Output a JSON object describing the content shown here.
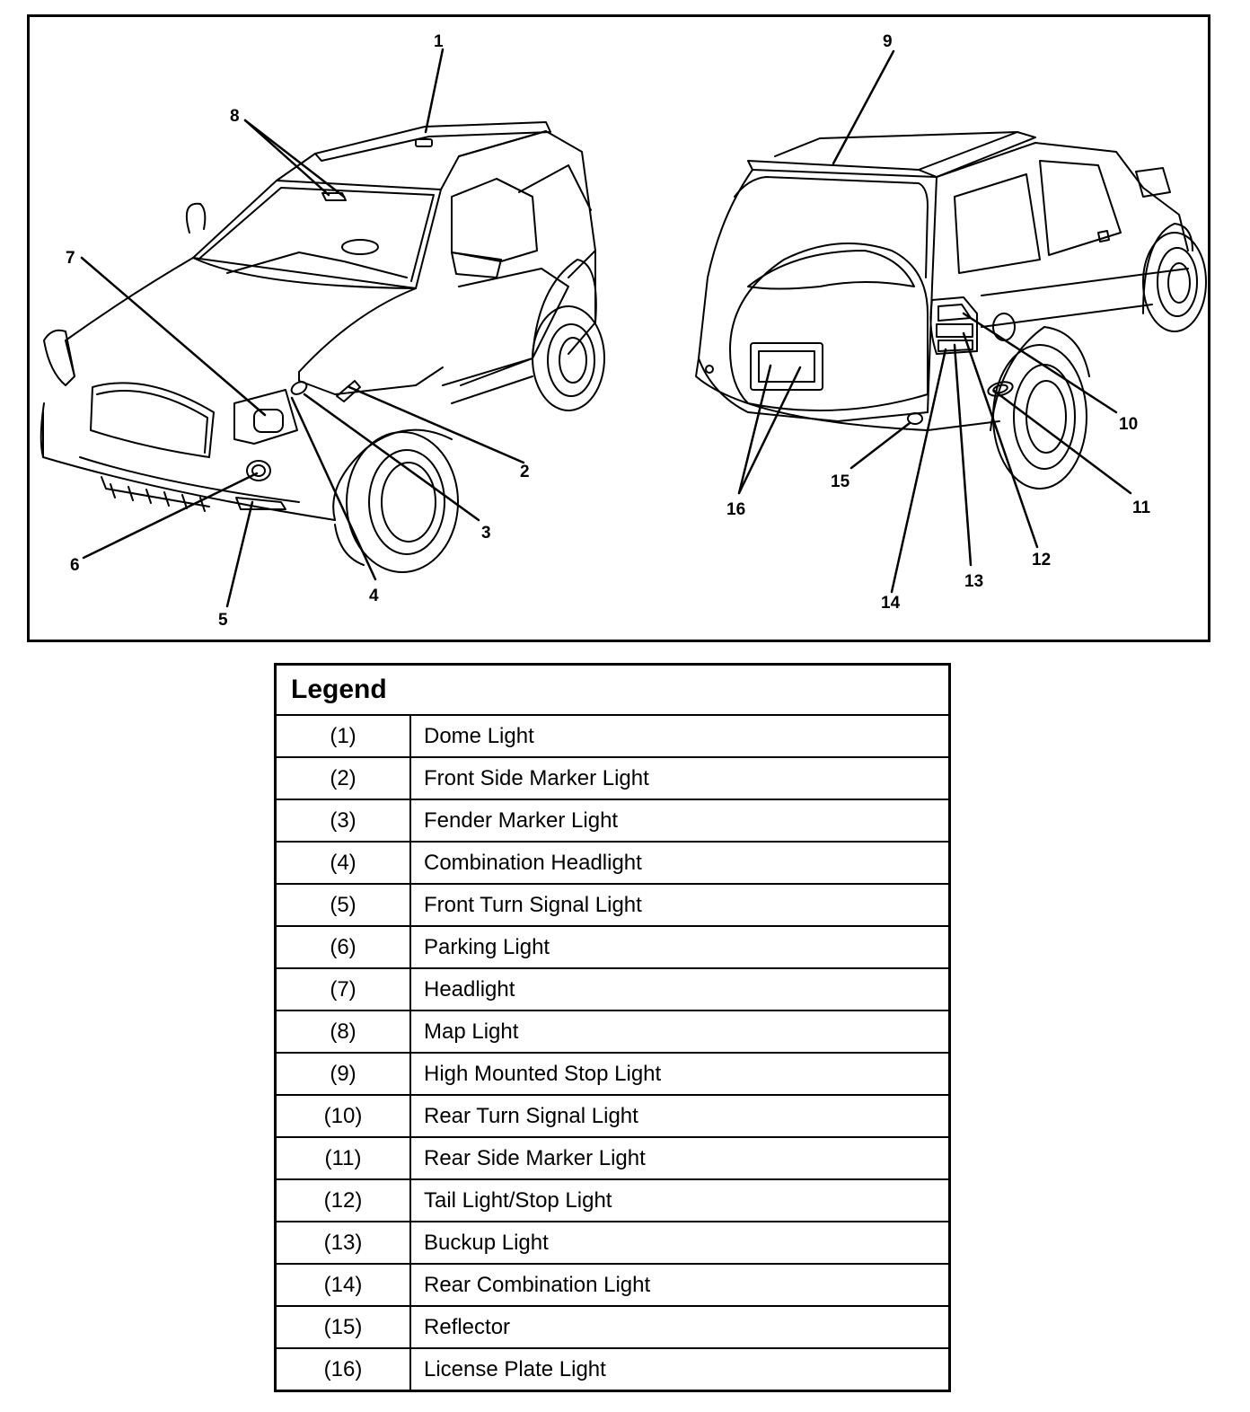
{
  "legend": {
    "title": "Legend",
    "items": [
      {
        "num": "(1)",
        "label": "Dome Light"
      },
      {
        "num": "(2)",
        "label": "Front Side Marker Light"
      },
      {
        "num": "(3)",
        "label": "Fender Marker Light"
      },
      {
        "num": "(4)",
        "label": "Combination Headlight"
      },
      {
        "num": "(5)",
        "label": "Front Turn Signal Light"
      },
      {
        "num": "(6)",
        "label": "Parking Light"
      },
      {
        "num": "(7)",
        "label": "Headlight"
      },
      {
        "num": "(8)",
        "label": "Map Light"
      },
      {
        "num": "(9)",
        "label": "High Mounted Stop Light"
      },
      {
        "num": "(10)",
        "label": "Rear Turn Signal Light"
      },
      {
        "num": "(11)",
        "label": "Rear Side Marker Light"
      },
      {
        "num": "(12)",
        "label": "Tail Light/Stop Light"
      },
      {
        "num": "(13)",
        "label": "Buckup Light"
      },
      {
        "num": "(14)",
        "label": "Rear Combination Light"
      },
      {
        "num": "(15)",
        "label": "Reflector"
      },
      {
        "num": "(16)",
        "label": "License Plate Light"
      }
    ]
  },
  "callouts": {
    "c1": "1",
    "c2": "2",
    "c3": "3",
    "c4": "4",
    "c5": "5",
    "c6": "6",
    "c7": "7",
    "c8": "8",
    "c9": "9",
    "c10": "10",
    "c11": "11",
    "c12": "12",
    "c13": "13",
    "c14": "14",
    "c15": "15",
    "c16": "16"
  }
}
